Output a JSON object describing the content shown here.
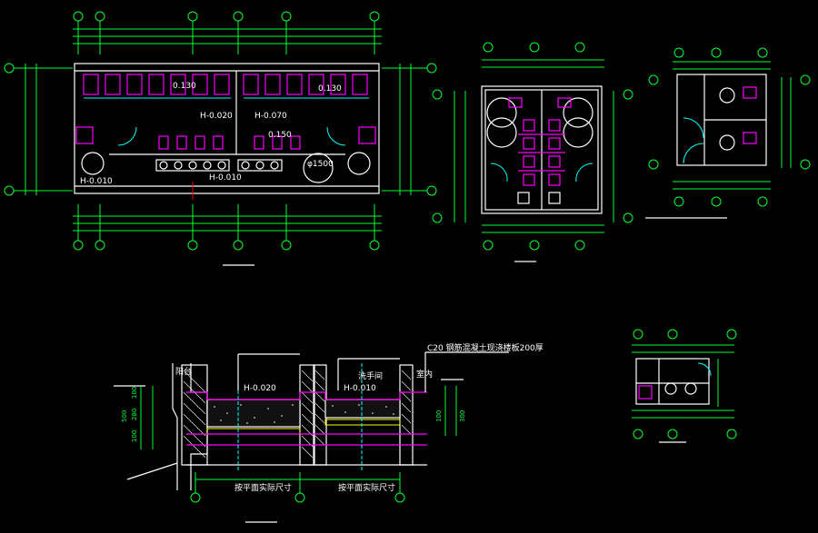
{
  "colors": {
    "background": "#000000",
    "dimension": "#00ff33",
    "wall": "#ffffff",
    "fixture": "#ff00ff",
    "door": "#00ffff",
    "accent": "#ffff00",
    "axis": "#ff0000"
  },
  "plan_main": {
    "elevations": [
      "H-0.020",
      "H-0.070",
      "0.130",
      "0.130",
      "0.150",
      "H-0.010",
      "H-0.010"
    ],
    "circle_label": "φ1500"
  },
  "section": {
    "elevations": [
      "H-0.020",
      "H-0.010"
    ],
    "rooms": [
      "阳台",
      "洗手间",
      "室内"
    ],
    "note_top_right": "C20 钢筋混凝土现浇楼板200厚",
    "dims_left": [
      "100",
      "280",
      "100"
    ],
    "dims_right": [
      "300"
    ],
    "dims_sum_left": "500",
    "dims_sum_right": "100",
    "bottom_dims": [
      "按平面实际尺寸",
      "按平面实际尺寸"
    ]
  }
}
